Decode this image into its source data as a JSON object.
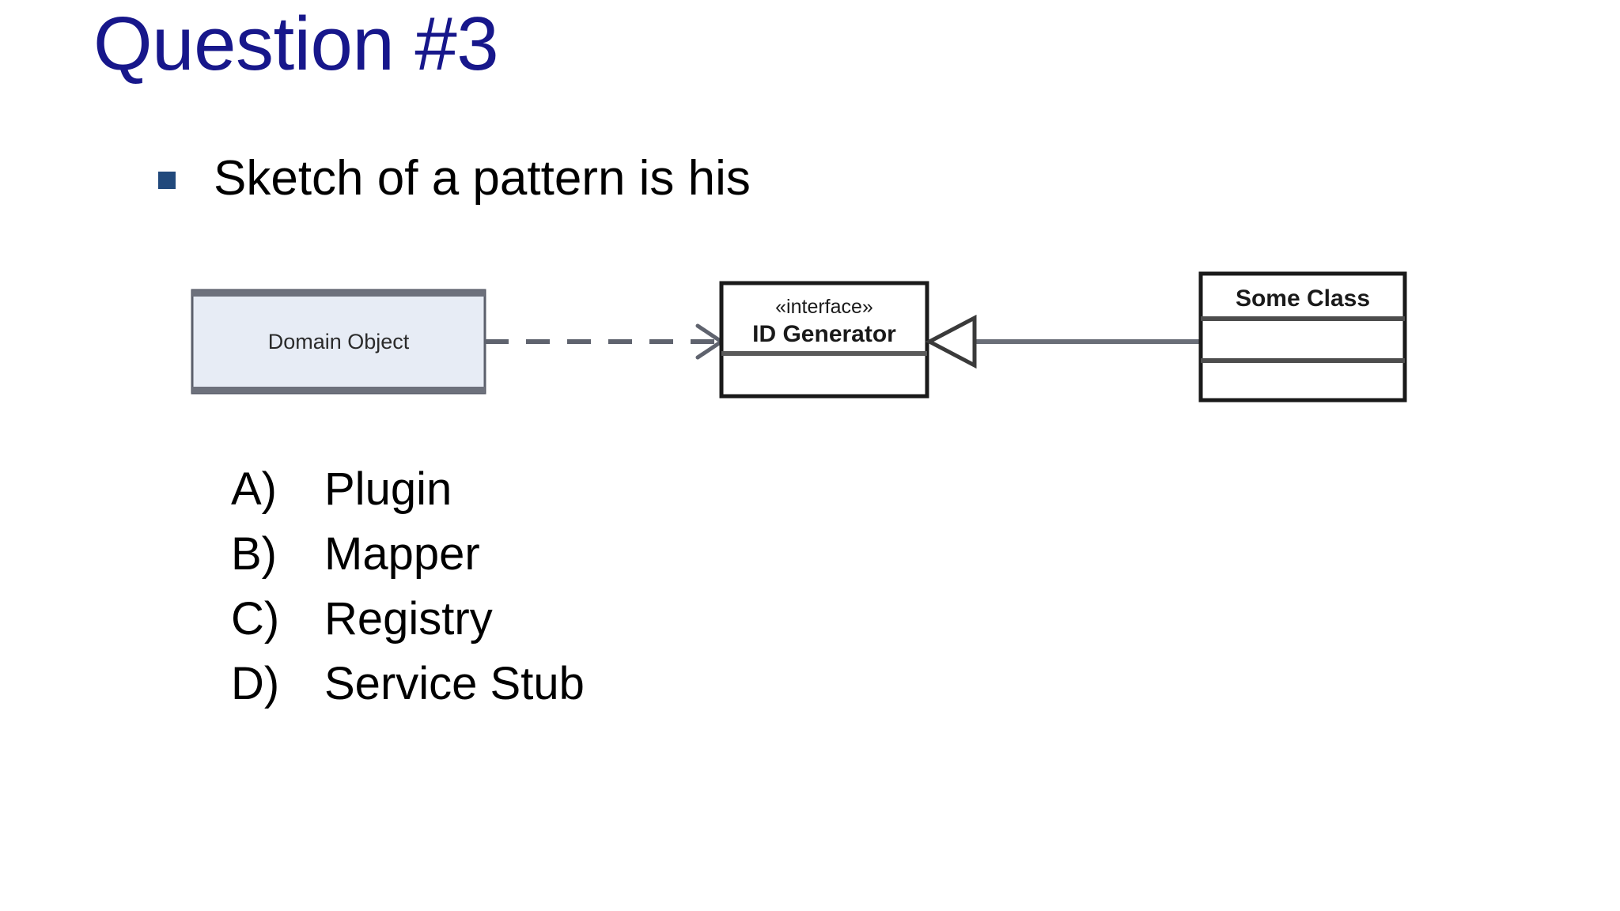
{
  "slide": {
    "title": "Question #3",
    "title_color": "#17178b",
    "background_color": "#ffffff",
    "bullet_marker_color": "#21497c",
    "bullets": [
      {
        "text": "Sketch of a pattern is his"
      }
    ],
    "answers": [
      {
        "key": "A)",
        "label": "Plugin"
      },
      {
        "key": "B)",
        "label": "Mapper"
      },
      {
        "key": "C)",
        "label": "Registry"
      },
      {
        "key": "D)",
        "label": "Service Stub"
      }
    ]
  },
  "diagram": {
    "type": "uml-class-diagram",
    "nodes": [
      {
        "id": "domain-object",
        "name": "Domain Object",
        "stereotype": "",
        "fill": "#e7ecf5",
        "border": "#5b5f6b",
        "compartments": 1
      },
      {
        "id": "id-generator",
        "stereotype": "«interface»",
        "name": "ID Generator",
        "fill": "#ffffff",
        "border": "#1a1a1a",
        "compartments": 2
      },
      {
        "id": "some-class",
        "name": "Some Class",
        "stereotype": "",
        "fill": "#ffffff",
        "border": "#1a1a1a",
        "compartments": 3
      }
    ],
    "edges": [
      {
        "id": "dependency-edge",
        "from": "domain-object",
        "to": "id-generator",
        "style": "dashed",
        "arrowhead": "open",
        "kind": "dependency"
      },
      {
        "id": "realization-edge",
        "from": "some-class",
        "to": "id-generator",
        "style": "solid",
        "arrowhead": "hollow-triangle",
        "kind": "realization"
      }
    ]
  }
}
